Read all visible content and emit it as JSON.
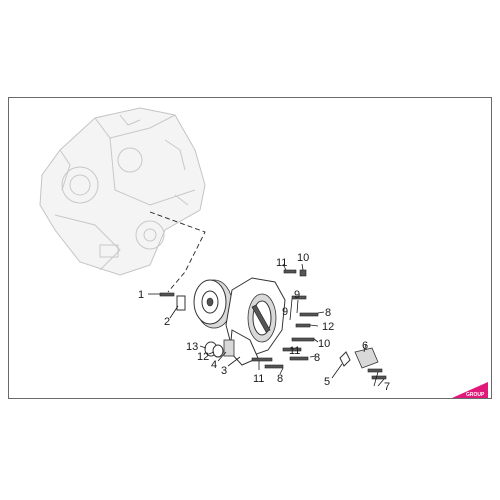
{
  "callouts": [
    {
      "id": "c1",
      "label": "1"
    },
    {
      "id": "c2",
      "label": "2"
    },
    {
      "id": "c3",
      "label": "3"
    },
    {
      "id": "c4",
      "label": "4"
    },
    {
      "id": "c5",
      "label": "5"
    },
    {
      "id": "c6",
      "label": "6"
    },
    {
      "id": "c7",
      "label": "7"
    },
    {
      "id": "c8a",
      "label": "8"
    },
    {
      "id": "c8b",
      "label": "8"
    },
    {
      "id": "c8c",
      "label": "8"
    },
    {
      "id": "c9a",
      "label": "9"
    },
    {
      "id": "c9b",
      "label": "9"
    },
    {
      "id": "c10a",
      "label": "10"
    },
    {
      "id": "c10b",
      "label": "10"
    },
    {
      "id": "c11a",
      "label": "11"
    },
    {
      "id": "c11b",
      "label": "11"
    },
    {
      "id": "c11c",
      "label": "11"
    },
    {
      "id": "c12a",
      "label": "12"
    },
    {
      "id": "c12b",
      "label": "12"
    },
    {
      "id": "c13",
      "label": "13"
    }
  ],
  "logo": {
    "text": "GROUP",
    "accent_color": "#e0187a"
  },
  "colors": {
    "frame": "#6a6a6a",
    "ghost": "#c8c8c8",
    "ink": "#1a1a1a"
  }
}
